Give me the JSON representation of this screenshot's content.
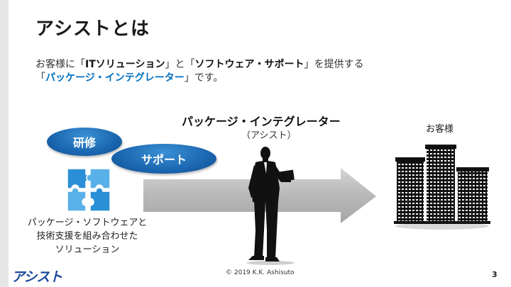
{
  "slide": {
    "title": "アシストとは",
    "intro": {
      "l1_a": "お客様に「",
      "l1_b": "ITソリューション",
      "l1_c": "」と「",
      "l1_d": "ソフトウェア・サポート",
      "l1_e": "」を提供する",
      "l2_a": "「",
      "l2_b": "パッケージ・インテグレーター",
      "l2_c": "」です。"
    },
    "pi_title": "パッケージ・インテグレーター",
    "pi_subtitle": "（アシスト）",
    "customer_label": "お客様",
    "ellipse_training": "研修",
    "ellipse_support": "サポート",
    "solution_text": {
      "line1": "パッケージ・ソフトウェアと",
      "line2": "技術支援を組み合わせた",
      "line3": "ソリューション"
    },
    "logo_text": "アシスト",
    "copyright": "© 2019 K.K. Ashisuto",
    "page_number": "3"
  },
  "colors": {
    "accent_blue": "#0070c0",
    "ellipse_blue": "#1a66b0",
    "puzzle_blue": "#2b8fd6",
    "logo_blue": "#1d4a9e"
  },
  "icons": [
    "puzzle-icon",
    "person-with-laptop-silhouette",
    "buildings-icon",
    "arrow-icon"
  ]
}
